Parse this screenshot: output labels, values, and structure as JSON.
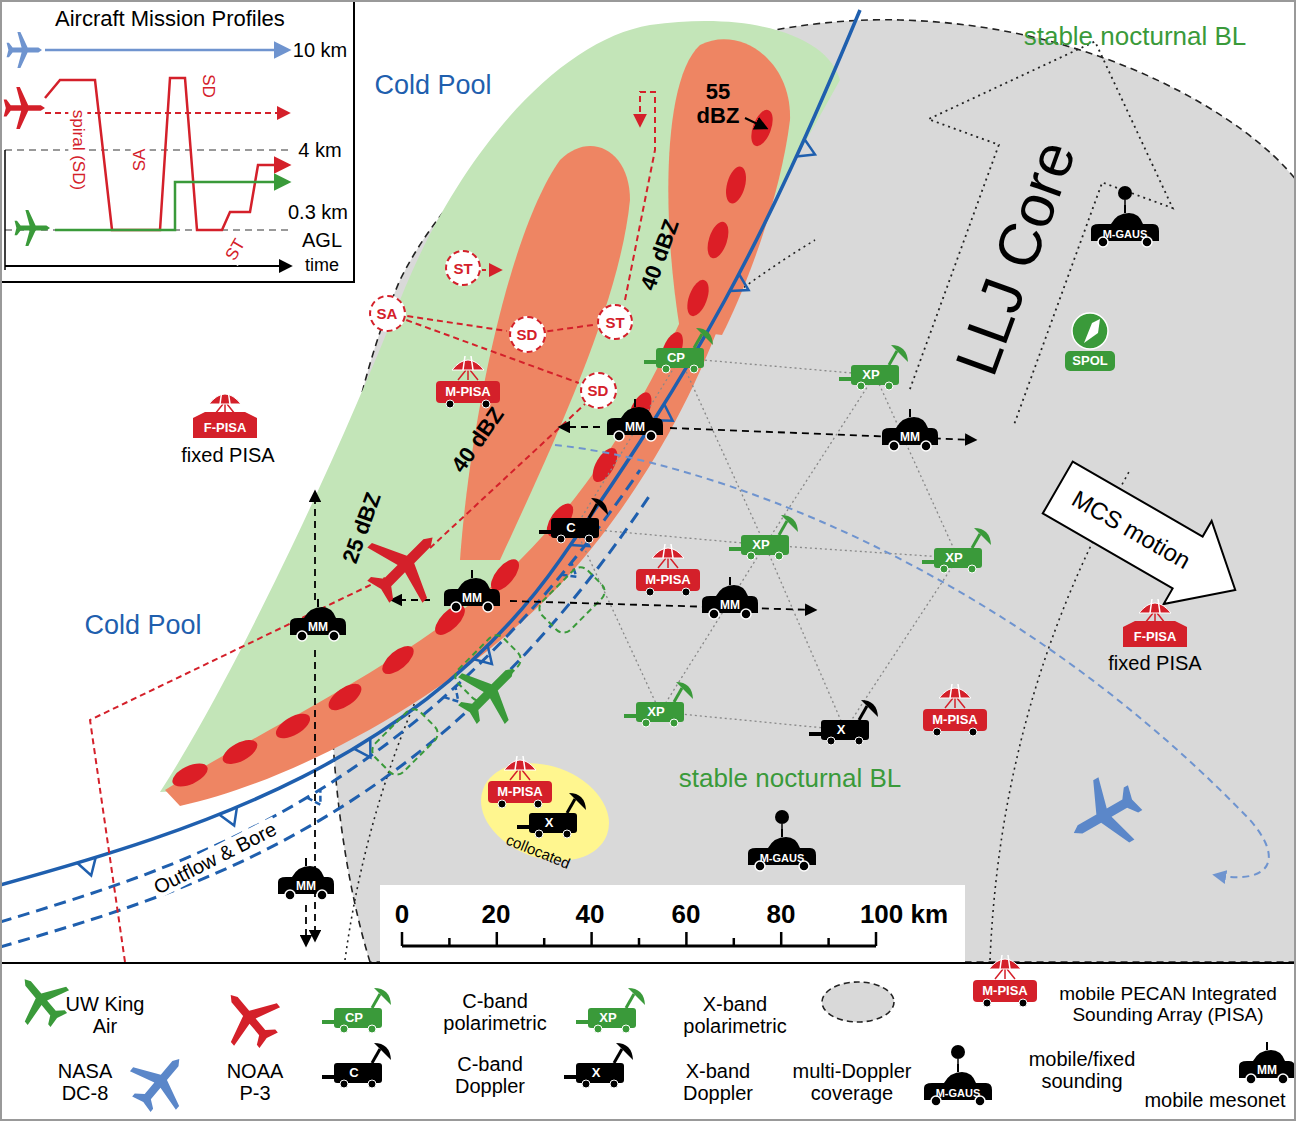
{
  "diagram": {
    "nodes": [
      {
        "text": [
          "Aircraft Mission Profiles"
        ]
      },
      {
        "text": [
          "ST"
        ]
      },
      {
        "text": [
          "SA"
        ]
      },
      {
        "text": [
          "ST"
        ]
      },
      {
        "text": [
          "SD"
        ]
      },
      {
        "text": [
          "SD"
        ]
      }
    ],
    "edges": [
      {
        "from": 2,
        "to": 4,
        "arrow": "none"
      },
      {
        "from": 4,
        "to": 3,
        "arrow": "none"
      },
      {
        "from": 2,
        "to": 5,
        "arrow": "none"
      }
    ],
    "labels": [
      "10 km",
      "4 km",
      "0.3 km",
      "AGL",
      "time",
      "spiral (SD)",
      "SA",
      "SD",
      "ST",
      "Cold Pool",
      "Cold Pool",
      "stable nocturnal BL",
      "stable nocturnal BL",
      "55 dBZ",
      "40 dBZ",
      "40 dBZ",
      "25 dBZ",
      "LLJ Core",
      "MCS motion",
      "F-PISA",
      "fixed PISA",
      "F-PISA",
      "fixed PISA",
      "M-PISA",
      "M-PISA",
      "M-PISA",
      "M-PISA",
      "collocated",
      "Outflow & Bore",
      "CP",
      "XP",
      "XP",
      "XP",
      "XP",
      "C",
      "X",
      "X",
      "MM",
      "MM",
      "MM",
      "MM",
      "MM",
      "MM",
      "M-GAUS",
      "M-GAUS",
      "SPOL",
      "0",
      "20",
      "40",
      "60",
      "80",
      "100 km",
      "CP",
      "C",
      "XP",
      "X",
      "M-PISA",
      "M-GAUS",
      "MM"
    ],
    "legend": [
      {
        "text": "UW King Air"
      },
      {
        "text": "NASA DC-8"
      },
      {
        "text": "NOAA P-3"
      },
      {
        "text": "C-band polarimetric"
      },
      {
        "text": "C-band Doppler"
      },
      {
        "text": "X-band polarimetric"
      },
      {
        "text": "X-band Doppler"
      },
      {
        "text": "multi-Doppler coverage"
      },
      {
        "text": "mobile PECAN Integrated Sounding Array (PISA)"
      },
      {
        "text": "mobile/fixed sounding"
      },
      {
        "text": "mobile mesonet"
      }
    ]
  }
}
